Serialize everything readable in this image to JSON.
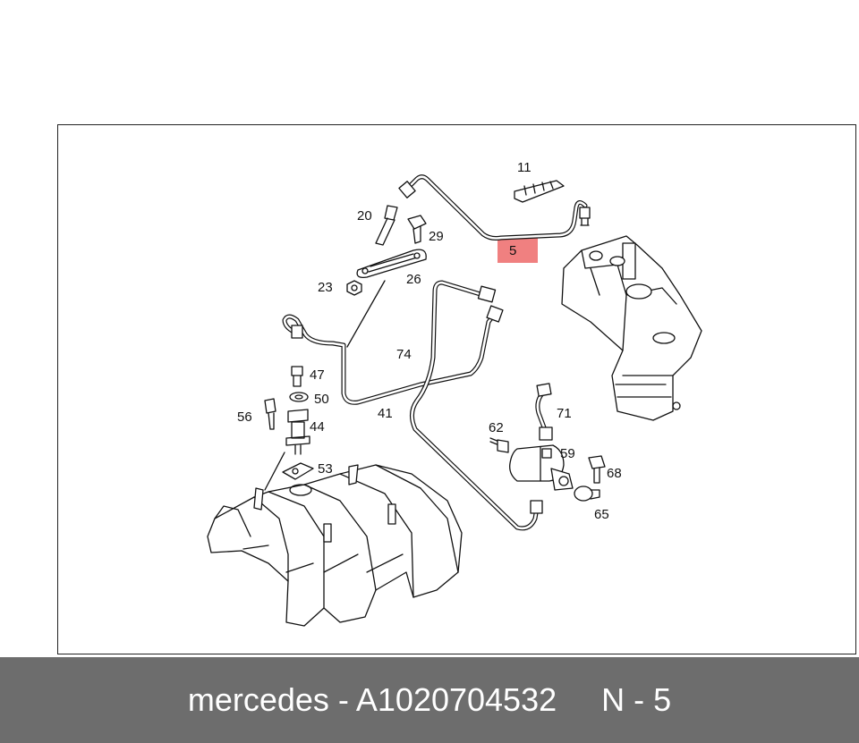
{
  "diagram": {
    "labels": {
      "p11": "11",
      "p20": "20",
      "p29": "29",
      "p5": "5",
      "p23": "23",
      "p26": "26",
      "p74": "74",
      "p47": "47",
      "p50": "50",
      "p56": "56",
      "p44": "44",
      "p41": "41",
      "p71": "71",
      "p62": "62",
      "p59": "59",
      "p68": "68",
      "p53": "53",
      "p65": "65"
    },
    "highlight_color": "#f08080"
  },
  "footer": {
    "text": "mercedes - A1020704532     N - 5",
    "background": "#6d6d6d"
  }
}
